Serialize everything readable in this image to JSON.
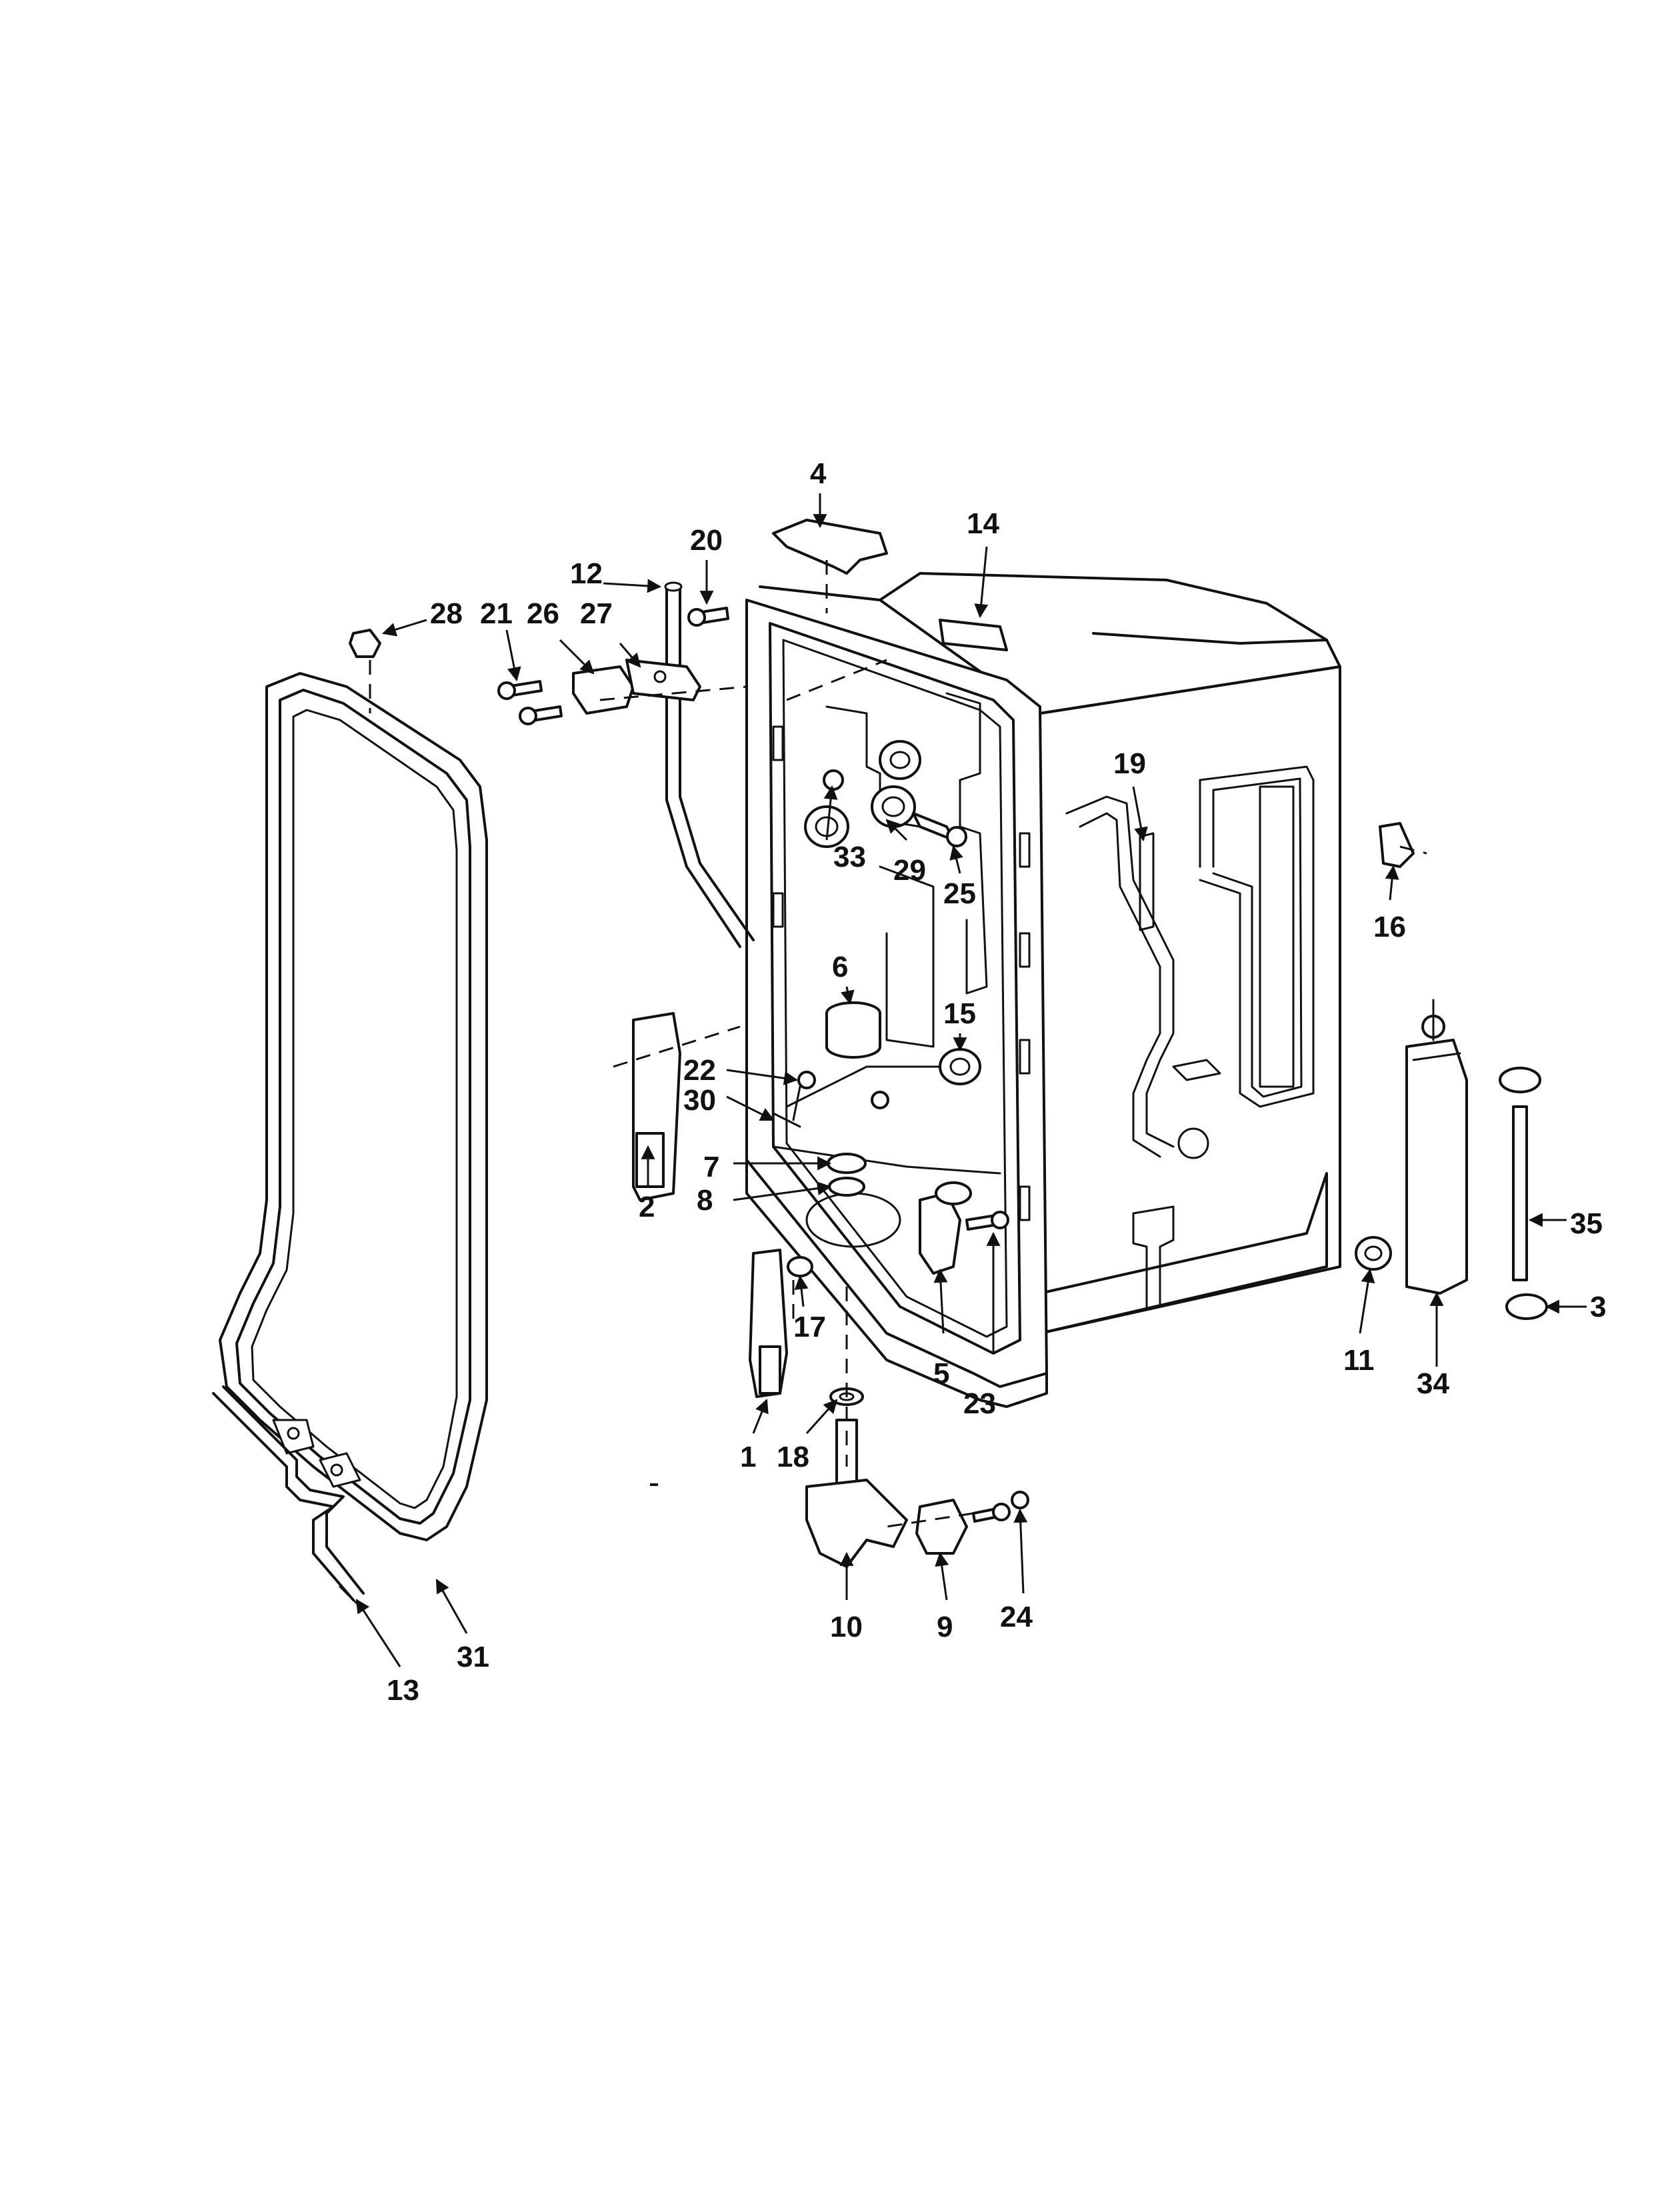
{
  "diagram": {
    "callouts": {
      "c1": "1",
      "c2": "2",
      "c3": "3",
      "c4": "4",
      "c5": "5",
      "c6": "6",
      "c7": "7",
      "c8": "8",
      "c9": "9",
      "c10": "10",
      "c11": "11",
      "c12": "12",
      "c13": "13",
      "c14": "14",
      "c15": "15",
      "c16": "16",
      "c17": "17",
      "c18": "18",
      "c19": "19",
      "c20": "20",
      "c21": "21",
      "c22": "22",
      "c23": "23",
      "c24": "24",
      "c25": "25",
      "c26": "26",
      "c27": "27",
      "c28": "28",
      "c29": "29",
      "c30": "30",
      "c31": "31",
      "c33": "33",
      "c34": "34",
      "c35": "35"
    }
  }
}
